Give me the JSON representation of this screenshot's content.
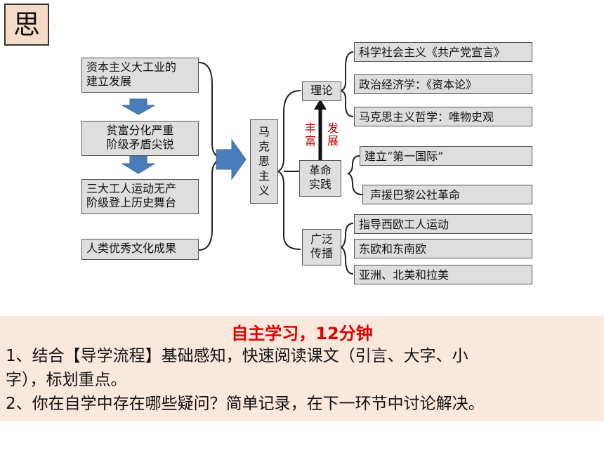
{
  "badge": "思",
  "dot": ".",
  "left_items": [
    {
      "line1": "资本主义大工业的",
      "line2": "建立发展"
    },
    {
      "line1": "贫富分化严重",
      "line2": "阶级矛盾尖锐"
    },
    {
      "line1": "三大工人运动无产",
      "line2": "阶级登上历史舞台"
    },
    {
      "line1": "人类优秀文化成果",
      "line2": ""
    }
  ],
  "center": [
    "马",
    "克",
    "思",
    "主",
    "义"
  ],
  "branches": {
    "theory": "理论",
    "practice": [
      "革命",
      "实践"
    ],
    "spread": [
      "广泛",
      "传播"
    ]
  },
  "enrich": [
    "丰",
    "富"
  ],
  "develop": [
    "发",
    "展"
  ],
  "theory_items": [
    "科学社会主义《共产党宣言》",
    "政治经济学：《资本论》",
    "马克思主义哲学：唯物史观"
  ],
  "practice_items": [
    "建立“第一国际”",
    "声援巴黎公社革命"
  ],
  "spread_items": [
    "指导西欧工人运动",
    "东欧和东南欧",
    "亚洲、北美和拉美"
  ],
  "note": {
    "title": "自主学习，12分钟",
    "line1": "1、结合【导学流程】基础感知，快速阅读课文（引言、大字、小",
    "line2": "字），标划重点。",
    "line3": "2、你在自学中存在哪些疑问？简单记录，在下一环节中讨论解决。"
  },
  "colors": {
    "arrow_blue": "#4a7ebb",
    "red": "#c00000",
    "box_gray": "#dedede",
    "note_bg": "#fbe8dc"
  }
}
